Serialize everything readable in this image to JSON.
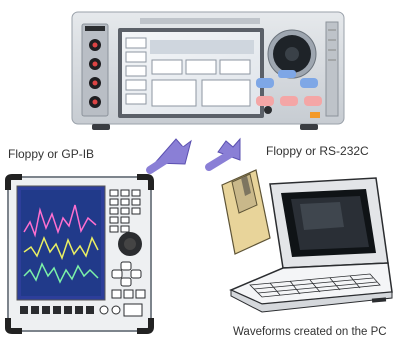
{
  "labels": {
    "left_path": "Floppy or GP-IB",
    "right_path": "Floppy or RS-232C",
    "pc_caption": "Waveforms created on the PC"
  },
  "devices": {
    "top": "arbitrary-waveform-generator",
    "left": "oscilloscope-recorder",
    "right": "laptop-pc",
    "media": "floppy-disk"
  },
  "colors": {
    "arrow": "#8a7fd6",
    "instrument_body": "#d7dbe0",
    "screen_blue": "#213a8a",
    "wave_pink": "#ff6fcf",
    "wave_yellow": "#e9ef63",
    "wave_green": "#7cf1a8",
    "button_pink": "#f4a6a6",
    "button_blue": "#7ea7e6"
  }
}
